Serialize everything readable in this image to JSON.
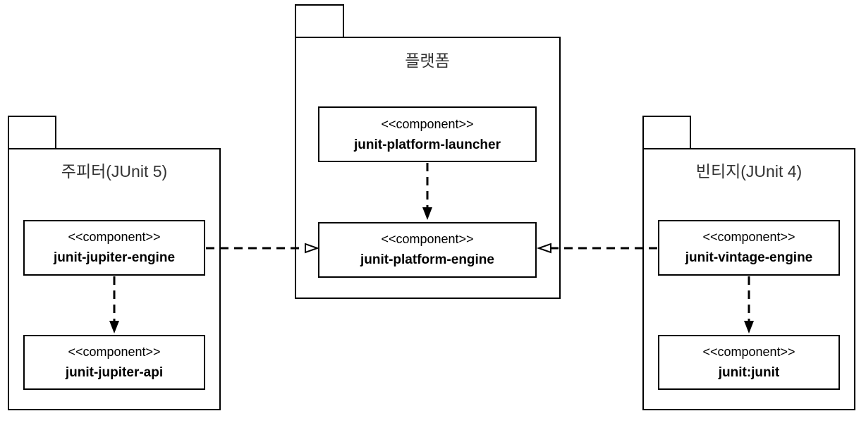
{
  "packages": {
    "platform": {
      "title": "플랫폼"
    },
    "jupiter": {
      "title": "주피터(JUnit 5)"
    },
    "vintage": {
      "title": "빈티지(JUnit 4)"
    }
  },
  "components": {
    "platform_launcher": {
      "stereotype": "<<component>>",
      "name": "junit-platform-launcher"
    },
    "platform_engine": {
      "stereotype": "<<component>>",
      "name": "junit-platform-engine"
    },
    "jupiter_engine": {
      "stereotype": "<<component>>",
      "name": "junit-jupiter-engine"
    },
    "jupiter_api": {
      "stereotype": "<<component>>",
      "name": "junit-jupiter-api"
    },
    "vintage_engine": {
      "stereotype": "<<component>>",
      "name": "junit-vintage-engine"
    },
    "junit": {
      "stereotype": "<<component>>",
      "name": "junit:junit"
    }
  },
  "relations": [
    {
      "from": "platform_launcher",
      "to": "platform_engine",
      "kind": "dependency"
    },
    {
      "from": "jupiter_engine",
      "to": "jupiter_api",
      "kind": "dependency"
    },
    {
      "from": "jupiter_engine",
      "to": "platform_engine",
      "kind": "realization"
    },
    {
      "from": "vintage_engine",
      "to": "platform_engine",
      "kind": "realization"
    },
    {
      "from": "vintage_engine",
      "to": "junit",
      "kind": "dependency"
    }
  ]
}
